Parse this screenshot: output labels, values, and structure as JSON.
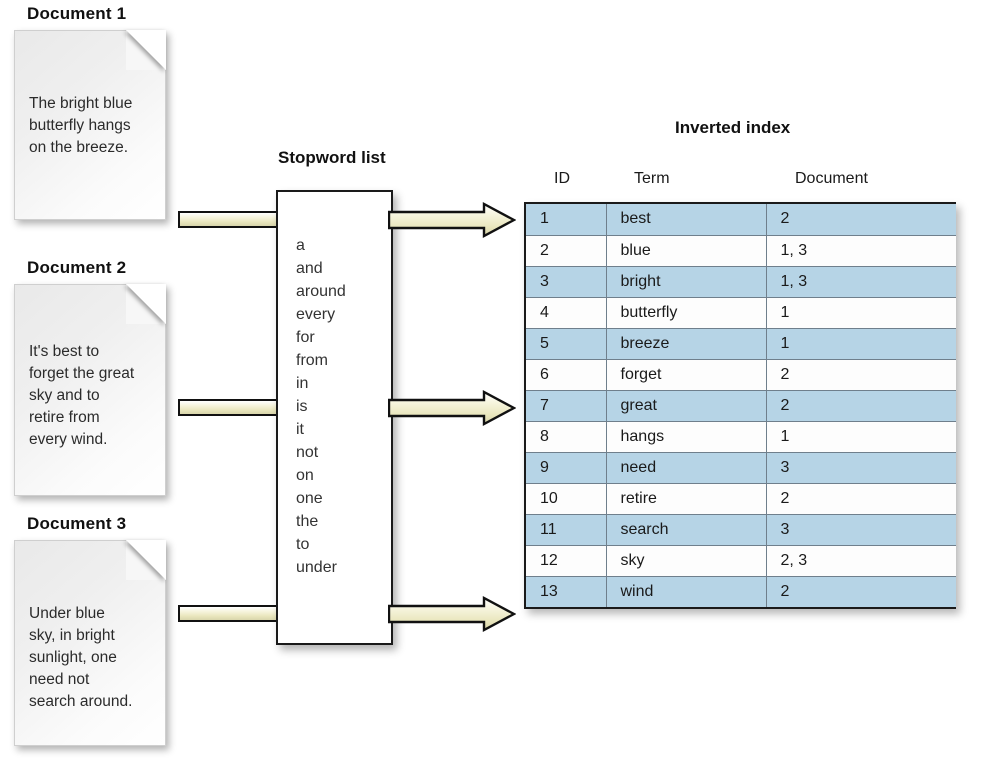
{
  "documents": [
    {
      "title": "Document 1",
      "text": "The bright blue\nbutterfly hangs\non the breeze."
    },
    {
      "title": "Document 2",
      "text": "It's best to\nforget the great\nsky and to\nretire from\nevery wind."
    },
    {
      "title": "Document 3",
      "text": "Under blue\nsky, in bright\nsunlight, one\nneed not\nsearch around."
    }
  ],
  "stopword_list": {
    "title": "Stopword list",
    "words": [
      "a",
      "and",
      "around",
      "every",
      "for",
      "from",
      "in",
      "is",
      "it",
      "not",
      "on",
      "one",
      "the",
      "to",
      "under"
    ],
    "words_text": "a\nand\naround\nevery\nfor\nfrom\nin\nis\nit\nnot\non\none\nthe\nto\nunder"
  },
  "inverted_index": {
    "title": "Inverted index",
    "columns": [
      "ID",
      "Term",
      "Document"
    ],
    "rows": [
      {
        "id": "1",
        "term": "best",
        "document": "2"
      },
      {
        "id": "2",
        "term": "blue",
        "document": "1, 3"
      },
      {
        "id": "3",
        "term": "bright",
        "document": "1, 3"
      },
      {
        "id": "4",
        "term": "butterfly",
        "document": "1"
      },
      {
        "id": "5",
        "term": "breeze",
        "document": "1"
      },
      {
        "id": "6",
        "term": "forget",
        "document": "2"
      },
      {
        "id": "7",
        "term": "great",
        "document": "2"
      },
      {
        "id": "8",
        "term": "hangs",
        "document": "1"
      },
      {
        "id": "9",
        "term": "need",
        "document": "3"
      },
      {
        "id": "10",
        "term": "retire",
        "document": "2"
      },
      {
        "id": "11",
        "term": "search",
        "document": "3"
      },
      {
        "id": "12",
        "term": "sky",
        "document": "2, 3"
      },
      {
        "id": "13",
        "term": "wind",
        "document": "2"
      }
    ]
  },
  "colors": {
    "row_highlight": "#b6d4e6",
    "row_plain": "#fdfdfd",
    "arrow_fill": "#e9e6bd",
    "border": "#1a1a1a",
    "document_card": "#efefef"
  }
}
